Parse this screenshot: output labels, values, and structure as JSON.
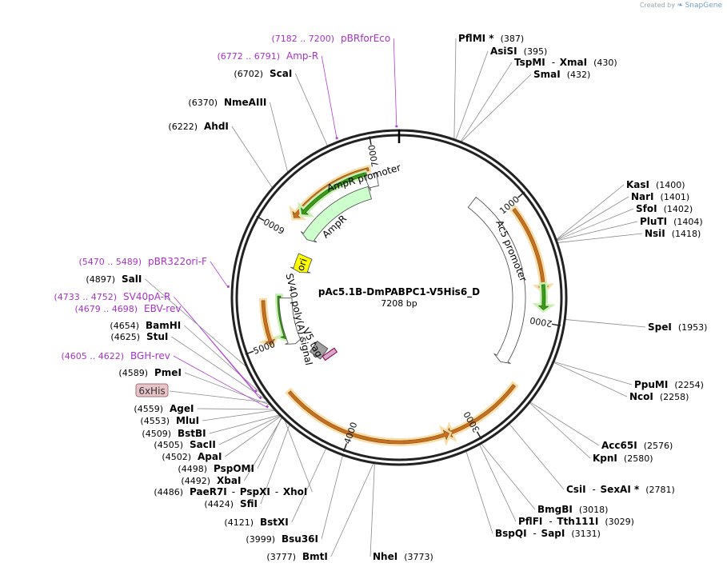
{
  "credit": {
    "prefix": "Created by",
    "brand": "SnapGene"
  },
  "plasmid": {
    "name": "pAc5.1B-DmPABPC1-V5His6_D",
    "size_label": "7208 bp",
    "total_bp": 7208
  },
  "ticks": [
    {
      "bp": 1000,
      "label": "1000"
    },
    {
      "bp": 2000,
      "label": "2000"
    },
    {
      "bp": 3000,
      "label": "3000"
    },
    {
      "bp": 4000,
      "label": "4000"
    },
    {
      "bp": 5000,
      "label": "5000"
    },
    {
      "bp": 6000,
      "label": "6000"
    },
    {
      "bp": 7000,
      "label": "7000"
    }
  ],
  "features": [
    {
      "name": "Ac5 promoter",
      "label": "Ac5 promoter",
      "start": 750,
      "end": 2450,
      "strand": 1,
      "color": "#ffffff"
    },
    {
      "name": "AmpR promoter",
      "label": "AmpR promoter",
      "start": 6895,
      "end": 7000,
      "strand": -1,
      "color": "#ffffff"
    },
    {
      "name": "AmpR",
      "label": "AmpR",
      "start": 6050,
      "end": 6895,
      "strand": -1,
      "color": "#ccffcc"
    },
    {
      "name": "ori",
      "label": "ori",
      "start": 5690,
      "end": 5880,
      "strand": -1,
      "color": "#ffff00"
    },
    {
      "name": "SV40 poly(A) signal",
      "label": "SV40 poly(A) signal",
      "start": 4925,
      "end": 5400,
      "strand": -1,
      "color": "#ffffff"
    },
    {
      "name": "V5 tag",
      "label": "V5 tag",
      "start": 4700,
      "end": 4760,
      "strand": -1,
      "color": "#a0a0a0"
    },
    {
      "name": "6xHis",
      "label": "6xHis",
      "start": 4600,
      "end": 4640,
      "strand": -1,
      "color": "#d8a8c8"
    }
  ],
  "orfs": [
    {
      "start": 1050,
      "end": 1750,
      "strand": 1
    },
    {
      "start": 2550,
      "end": 3220,
      "strand": 1
    },
    {
      "start": 3200,
      "end": 4590,
      "strand": -1
    },
    {
      "start": 5000,
      "end": 5380,
      "strand": -1
    },
    {
      "start": 6150,
      "end": 6940,
      "strand": -1
    }
  ],
  "primer_ticks": [
    {
      "bp": 7191
    },
    {
      "bp": 6781
    },
    {
      "bp": 5479
    },
    {
      "bp": 4742
    },
    {
      "bp": 4688
    },
    {
      "bp": 4613
    }
  ],
  "labels": [
    {
      "side": "right",
      "name": "PflMI *",
      "pos": "(387)",
      "bp": 387,
      "kind": "enzyme",
      "name2": ""
    },
    {
      "side": "right",
      "name": "AsiSI",
      "pos": "(395)",
      "bp": 395,
      "kind": "enzyme",
      "name2": ""
    },
    {
      "side": "right",
      "name": "TspMI",
      "pos": "(430)",
      "bp": 430,
      "kind": "enzyme",
      "name2": "XmaI"
    },
    {
      "side": "right",
      "name": "SmaI",
      "pos": "(432)",
      "bp": 432,
      "kind": "enzyme",
      "name2": ""
    },
    {
      "side": "right",
      "name": "KasI",
      "pos": "(1400)",
      "bp": 1400,
      "kind": "enzyme",
      "name2": ""
    },
    {
      "side": "right",
      "name": "NarI",
      "pos": "(1401)",
      "bp": 1401,
      "kind": "enzyme",
      "name2": ""
    },
    {
      "side": "right",
      "name": "SfoI",
      "pos": "(1402)",
      "bp": 1402,
      "kind": "enzyme",
      "name2": ""
    },
    {
      "side": "right",
      "name": "PluTI",
      "pos": "(1404)",
      "bp": 1404,
      "kind": "enzyme",
      "name2": ""
    },
    {
      "side": "right",
      "name": "NsiI",
      "pos": "(1418)",
      "bp": 1418,
      "kind": "enzyme",
      "name2": ""
    },
    {
      "side": "right",
      "name": "SpeI",
      "pos": "(1953)",
      "bp": 1953,
      "kind": "enzyme",
      "name2": ""
    },
    {
      "side": "right",
      "name": "PpuMI",
      "pos": "(2254)",
      "bp": 2254,
      "kind": "enzyme",
      "name2": ""
    },
    {
      "side": "right",
      "name": "NcoI",
      "pos": "(2258)",
      "bp": 2258,
      "kind": "enzyme",
      "name2": ""
    },
    {
      "side": "right",
      "name": "Acc65I",
      "pos": "(2576)",
      "bp": 2576,
      "kind": "enzyme",
      "name2": ""
    },
    {
      "side": "right",
      "name": "KpnI",
      "pos": "(2580)",
      "bp": 2580,
      "kind": "enzyme",
      "name2": ""
    },
    {
      "side": "right",
      "name": "CsiI",
      "pos": "(2781)",
      "bp": 2781,
      "kind": "enzyme",
      "name2": "SexAI *"
    },
    {
      "side": "right",
      "name": "BmgBI",
      "pos": "(3018)",
      "bp": 3018,
      "kind": "enzyme",
      "name2": ""
    },
    {
      "side": "right",
      "name": "PflFI",
      "pos": "(3029)",
      "bp": 3029,
      "kind": "enzyme",
      "name2": "Tth111I"
    },
    {
      "side": "right",
      "name": "BspQI",
      "pos": "(3131)",
      "bp": 3131,
      "kind": "enzyme",
      "name2": "SapI"
    },
    {
      "side": "right",
      "name": "NheI",
      "pos": "(3773)",
      "bp": 3773,
      "kind": "enzyme",
      "name2": ""
    },
    {
      "side": "left",
      "name": "BmtI",
      "pos": "(3777)",
      "bp": 3777,
      "kind": "enzyme",
      "name2": ""
    },
    {
      "side": "left",
      "name": "Bsu36I",
      "pos": "(3999)",
      "bp": 3999,
      "kind": "enzyme",
      "name2": ""
    },
    {
      "side": "left",
      "name": "BstXI",
      "pos": "(4121)",
      "bp": 4121,
      "kind": "enzyme",
      "name2": ""
    },
    {
      "side": "left",
      "name": "SfiI",
      "pos": "(4424)",
      "bp": 4424,
      "kind": "enzyme",
      "name2": ""
    },
    {
      "side": "left",
      "name": "PaeR7I",
      "pos": "(4486)",
      "bp": 4486,
      "kind": "enzyme",
      "name2": "PspXI",
      "name3": "XhoI"
    },
    {
      "side": "left",
      "name": "XbaI",
      "pos": "(4492)",
      "bp": 4492,
      "kind": "enzyme",
      "name2": ""
    },
    {
      "side": "left",
      "name": "PspOMI",
      "pos": "(4498)",
      "bp": 4498,
      "kind": "enzyme",
      "name2": ""
    },
    {
      "side": "left",
      "name": "ApaI",
      "pos": "(4502)",
      "bp": 4502,
      "kind": "enzyme",
      "name2": ""
    },
    {
      "side": "left",
      "name": "SacII",
      "pos": "(4505)",
      "bp": 4505,
      "kind": "enzyme",
      "name2": ""
    },
    {
      "side": "left",
      "name": "BstBI",
      "pos": "(4509)",
      "bp": 4509,
      "kind": "enzyme",
      "name2": ""
    },
    {
      "side": "left",
      "name": "MluI",
      "pos": "(4553)",
      "bp": 4553,
      "kind": "enzyme",
      "name2": ""
    },
    {
      "side": "left",
      "name": "AgeI",
      "pos": "(4559)",
      "bp": 4559,
      "kind": "enzyme",
      "name2": ""
    },
    {
      "side": "left",
      "name": "6xHis",
      "pos": "",
      "bp": 4620,
      "kind": "featurebox",
      "name2": ""
    },
    {
      "side": "left",
      "name": "PmeI",
      "pos": "(4589)",
      "bp": 4589,
      "kind": "enzyme",
      "name2": ""
    },
    {
      "side": "left",
      "name": "BGH-rev",
      "pos": "(4605 .. 4622)",
      "bp": 4613,
      "kind": "primer",
      "name2": ""
    },
    {
      "side": "left",
      "name": "StuI",
      "pos": "(4625)",
      "bp": 4625,
      "kind": "enzyme",
      "name2": ""
    },
    {
      "side": "left",
      "name": "BamHI",
      "pos": "(4654)",
      "bp": 4654,
      "kind": "enzyme",
      "name2": ""
    },
    {
      "side": "left",
      "name": "EBV-rev",
      "pos": "(4679 .. 4698)",
      "bp": 4688,
      "kind": "primer",
      "name2": ""
    },
    {
      "side": "left",
      "name": "SV40pA-R",
      "pos": "(4733 .. 4752)",
      "bp": 4742,
      "kind": "primer",
      "name2": ""
    },
    {
      "side": "left",
      "name": "SalI",
      "pos": "(4897)",
      "bp": 4897,
      "kind": "enzyme",
      "name2": ""
    },
    {
      "side": "left",
      "name": "pBR322ori-F",
      "pos": "(5470 .. 5489)",
      "bp": 5479,
      "kind": "primer",
      "name2": ""
    },
    {
      "side": "left",
      "name": "AhdI",
      "pos": "(6222)",
      "bp": 6222,
      "kind": "enzyme",
      "name2": ""
    },
    {
      "side": "left",
      "name": "NmeAIII",
      "pos": "(6370)",
      "bp": 6370,
      "kind": "enzyme",
      "name2": ""
    },
    {
      "side": "left",
      "name": "ScaI",
      "pos": "(6702)",
      "bp": 6702,
      "kind": "enzyme",
      "name2": ""
    },
    {
      "side": "left",
      "name": "Amp-R",
      "pos": "(6772 .. 6791)",
      "bp": 6781,
      "kind": "primer",
      "name2": ""
    },
    {
      "side": "left",
      "name": "pBRforEco",
      "pos": "(7182 .. 7200)",
      "bp": 7191,
      "kind": "primer",
      "name2": ""
    }
  ]
}
